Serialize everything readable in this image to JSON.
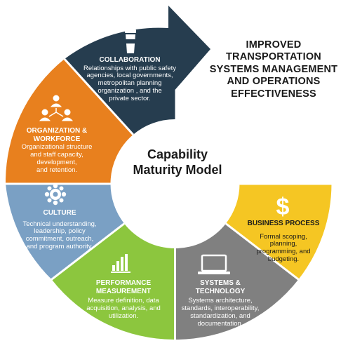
{
  "center": {
    "line1": "Capability",
    "line2": "Maturity Model"
  },
  "goal": {
    "line1": "IMPROVED",
    "line2": "TRANSPORTATION",
    "line3": "SYSTEMS MANAGEMENT",
    "line4": "AND OPERATIONS",
    "line5": "EFFECTIVENESS"
  },
  "segments": {
    "collaboration": {
      "title": "COLLABORATION",
      "l1": "Relationships with public safety",
      "l2": "agencies, local governments,",
      "l3": "metropolitan planning",
      "l4": "organization , and the",
      "l5": "private sector.",
      "color": "#263d4f",
      "icon": "cup-icon"
    },
    "organization": {
      "title1": "ORGANIZATION &",
      "title2": "WORKFORCE",
      "l1": "Organizational structure",
      "l2": "and staff capacity,",
      "l3": "development,",
      "l4": "and retention.",
      "color": "#e8801e",
      "icon": "people-network-icon"
    },
    "culture": {
      "title": "CULTURE",
      "l1": "Technical understanding,",
      "l2": "leadership, policy",
      "l3": "commitment, outreach,",
      "l4": "and program authority.",
      "color": "#7aa0c4",
      "icon": "gear-people-icon"
    },
    "performance": {
      "title1": "PERFORMANCE",
      "title2": "MEASUREMENT",
      "l1": "Measure definition, data",
      "l2": "acquisition, analysis, and",
      "l3": "utilization.",
      "color": "#8cc63e",
      "icon": "bar-chart-icon"
    },
    "systems": {
      "title1": "SYSTEMS &",
      "title2": "TECHNOLOGY",
      "l1": "Systems architecture,",
      "l2": "standards, interoperability,",
      "l3": "standardization, and",
      "l4": "documentation.",
      "color": "#808080",
      "icon": "laptop-icon"
    },
    "business": {
      "title": "BUSINESS PROCESS",
      "l1": "Formal scoping,",
      "l2": "planning,",
      "l3": "programming, and",
      "l4": "budgeting.",
      "color": "#f5c623",
      "icon": "dollar-icon"
    }
  }
}
